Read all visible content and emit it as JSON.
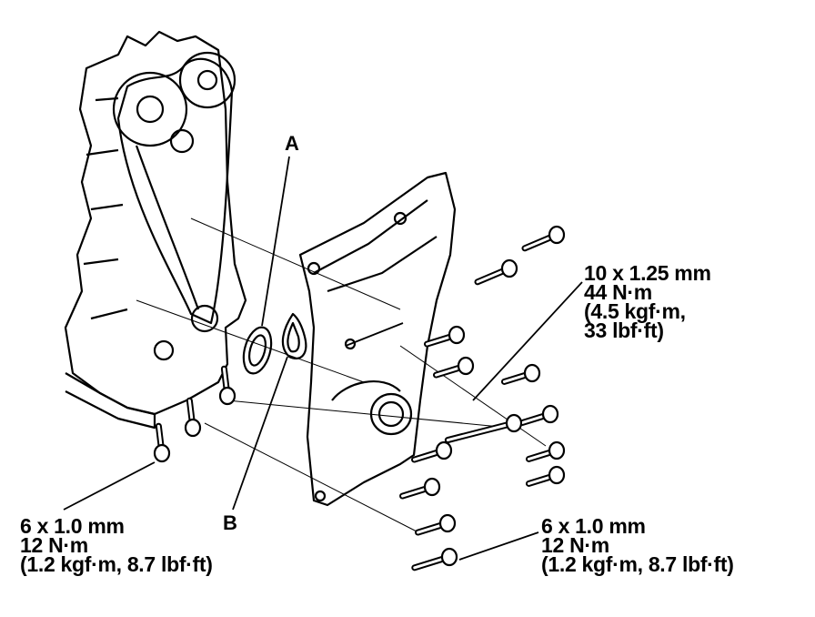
{
  "callouts": {
    "a": "A",
    "b": "B"
  },
  "specs": {
    "cover_bolt_large": {
      "line1": "10 x 1.25 mm",
      "line2": "44 N·m",
      "line3": "(4.5 kgf·m,",
      "line4": "33 lbf·ft)"
    },
    "oil_pan_bolts": {
      "line1": "6 x 1.0 mm",
      "line2": "12 N·m",
      "line3": "(1.2 kgf·m, 8.7 lbf·ft)"
    },
    "cover_bolts": {
      "line1": "6 x 1.0 mm",
      "line2": "12 N·m",
      "line3": "(1.2 kgf·m, 8.7 lbf·ft)"
    }
  },
  "colors": {
    "ink": "#000000",
    "background": "#ffffff"
  }
}
